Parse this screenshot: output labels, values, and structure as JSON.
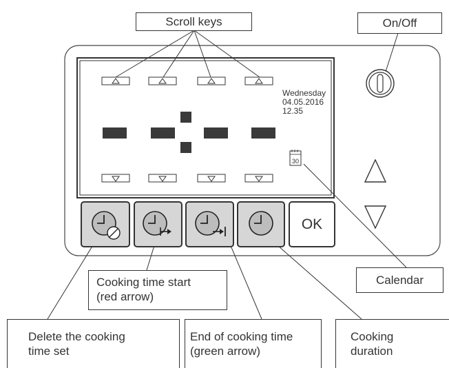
{
  "labels": {
    "scroll_keys": "Scroll keys",
    "on_off": "On/Off",
    "calendar": "Calendar",
    "cooking_time_start_line1": "Cooking time start",
    "cooking_time_start_line2": "(red arrow)",
    "delete_line1": "Delete the cooking",
    "delete_line2": "time set",
    "end_line1": "End of cooking time",
    "end_line2": "(green arrow)",
    "duration_line1": "Cooking",
    "duration_line2": "duration"
  },
  "display": {
    "day": "Wednesday",
    "date": "04.05.2016",
    "time": "12.35",
    "calendar_day": "30"
  },
  "buttons": {
    "ok": "OK"
  },
  "icons": {
    "up_triangle": "up-triangle-icon",
    "down_triangle": "down-triangle-icon",
    "power": "power-icon",
    "clock": "clock-icon",
    "calendar": "calendar-icon"
  },
  "colors": {
    "segment": "#3a3a3a",
    "button_fill": "#d6d6d6",
    "clock_fill": "#bdbdbd"
  }
}
